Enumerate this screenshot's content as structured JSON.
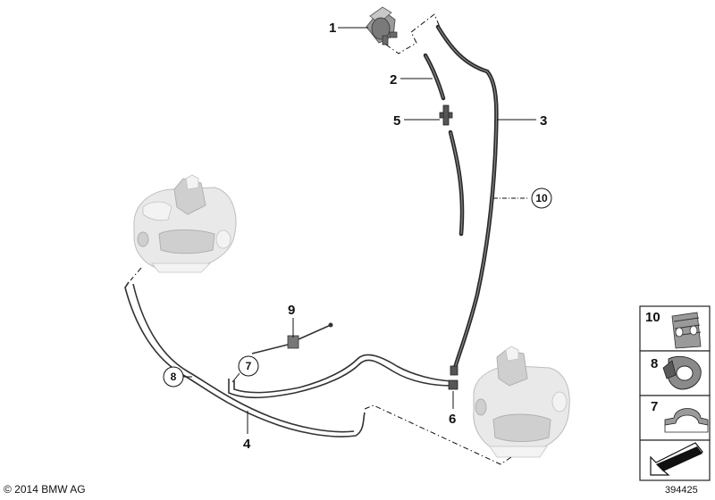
{
  "callouts": {
    "c1": "1",
    "c2": "2",
    "c3": "3",
    "c4": "4",
    "c5": "5",
    "c6": "6",
    "c7": "7",
    "c8": "8",
    "c9": "9",
    "c10": "10"
  },
  "legend": {
    "item10": "10",
    "item8": "8",
    "item7": "7"
  },
  "footer": {
    "copyright": "© 2014 BMW AG",
    "document_number": "394425"
  },
  "icons": [
    "vacuum-valve-icon",
    "engine-mount-icon",
    "hose-clip-icon",
    "clamp-icon",
    "arrow-icon"
  ]
}
